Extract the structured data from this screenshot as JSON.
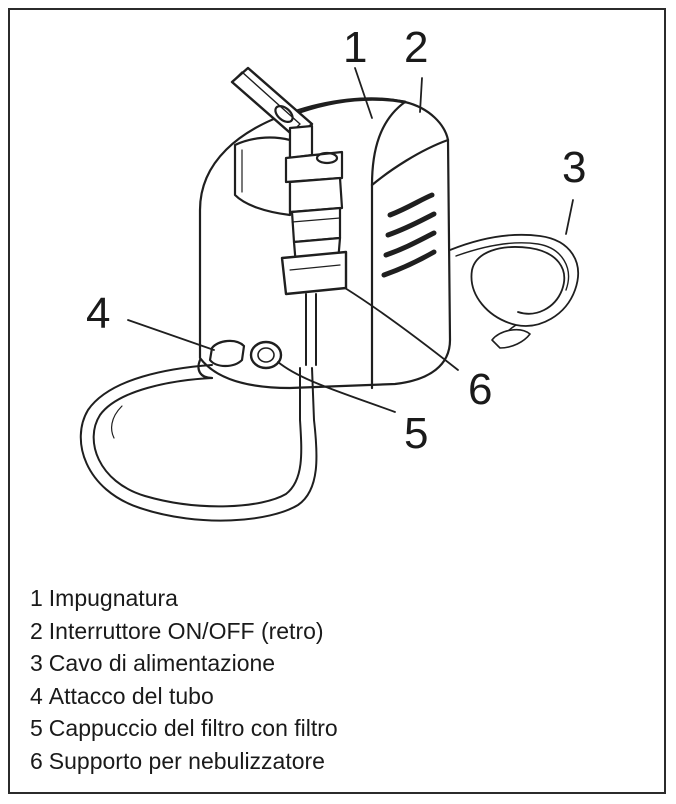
{
  "callouts": [
    {
      "number": "1",
      "part": "handle"
    },
    {
      "number": "2",
      "part": "on-off-switch"
    },
    {
      "number": "3",
      "part": "power-cord"
    },
    {
      "number": "4",
      "part": "tube-connector"
    },
    {
      "number": "5",
      "part": "filter-cap"
    },
    {
      "number": "6",
      "part": "nebulizer-holder"
    }
  ],
  "legend": [
    {
      "number": "1",
      "text": "Impugnatura"
    },
    {
      "number": "2",
      "text": "Interruttore ON/OFF (retro)"
    },
    {
      "number": "3",
      "text": "Cavo di alimentazione"
    },
    {
      "number": "4",
      "text": "Attacco del tubo"
    },
    {
      "number": "5",
      "text": "Cappuccio del filtro con filtro"
    },
    {
      "number": "6",
      "text": "Supporto per nebulizzatore"
    }
  ]
}
